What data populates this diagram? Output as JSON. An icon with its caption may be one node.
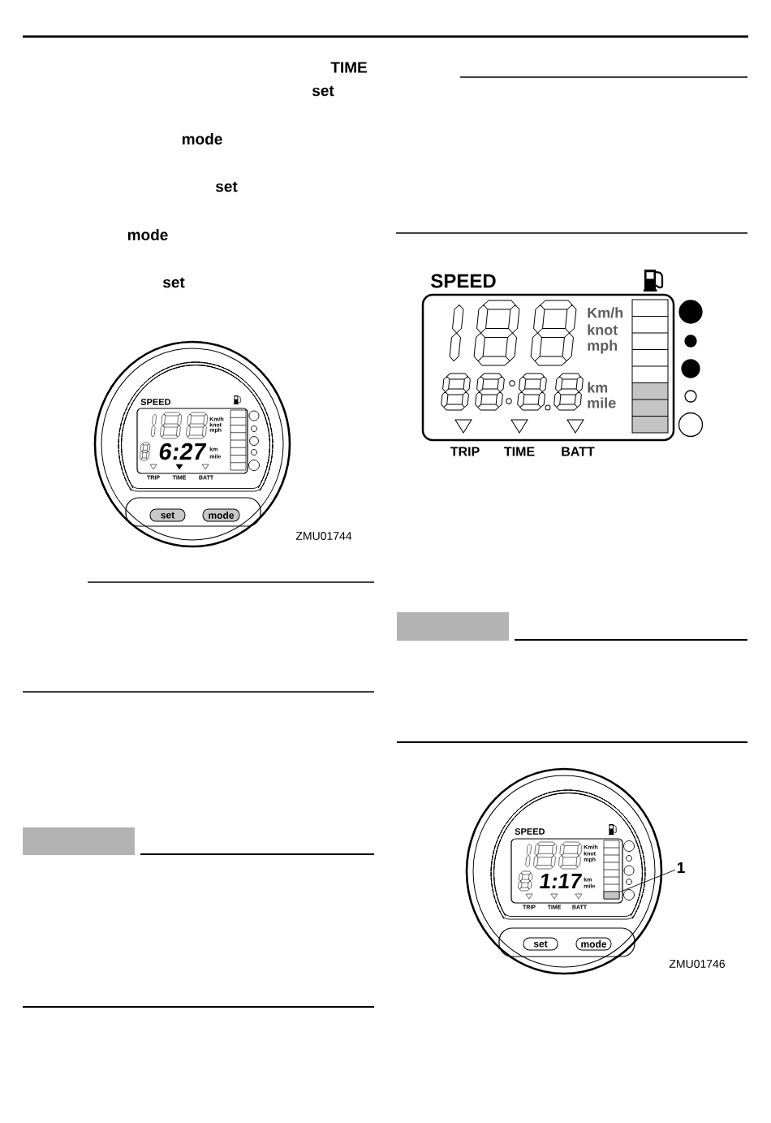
{
  "diagram": {
    "nodes": [
      {
        "text": [
          "SPEED",
          "TRIP",
          "TIME",
          "BATT"
        ]
      },
      {
        "text": [
          "Km/h",
          "knot",
          "mph",
          "6:27",
          "km",
          "mile"
        ],
        "in": 0
      },
      {
        "text": [
          "set"
        ],
        "in": 0
      },
      {
        "text": [
          "mode"
        ],
        "in": 0
      },
      {
        "text": [],
        "shape": "box"
      },
      {
        "text": [
          "Km/h",
          "knot",
          "mph",
          "km",
          "mile"
        ],
        "beside": [
          "SPEED",
          "TRIP",
          "TIME",
          "BATT"
        ]
      },
      {
        "text": [],
        "shape": "box"
      },
      {
        "text": [
          "SPEED",
          "TRIP",
          "TIME",
          "BATT"
        ]
      },
      {
        "text": [
          "Km/h",
          "knot",
          "mph",
          "1:17",
          "km",
          "mile"
        ],
        "in": 7
      },
      {
        "text": [
          "1"
        ]
      },
      {
        "text": [],
        "shape": "box",
        "in": 8
      },
      {
        "text": [
          "set"
        ],
        "in": 7
      },
      {
        "text": [
          "mode"
        ],
        "in": 7
      }
    ],
    "edges": [
      {
        "from": 9,
        "to": 10,
        "arrow": "none"
      }
    ],
    "labels": [
      "TIME",
      "set",
      "mode",
      "set",
      "mode",
      "set",
      "ZMU01744",
      "ZMU01746"
    ]
  }
}
